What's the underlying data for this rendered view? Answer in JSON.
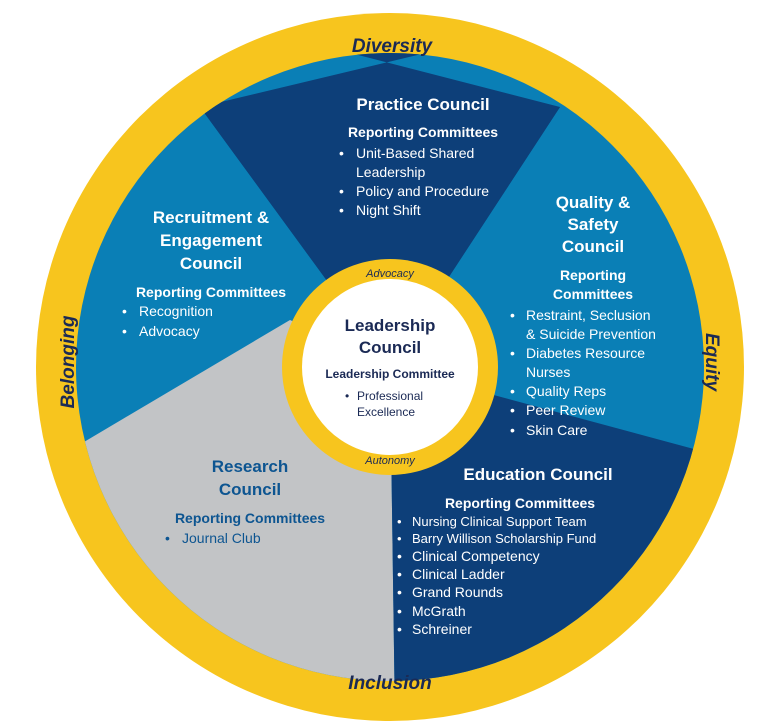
{
  "colors": {
    "ring_gold": "#f7c51e",
    "navy": "#0d3f79",
    "mid_blue": "#0a7fb6",
    "gray": "#c2c4c6",
    "text_dark": "#1b2a55",
    "text_light": "#ffffff"
  },
  "ring_words": {
    "top": "Diversity",
    "bottom": "Inclusion",
    "left": "Belonging",
    "right": "Equity"
  },
  "inner_ring": {
    "top": "Advocacy",
    "bottom": "Autonomy"
  },
  "center": {
    "title_line1": "Leadership",
    "title_line2": "Council",
    "subtitle": "Leadership Committee",
    "bullet": "•",
    "item_line1": "Professional",
    "item_line2": "Excellence"
  },
  "practice": {
    "title": "Practice Council",
    "subtitle": "Reporting Committees",
    "items": [
      "Unit-Based Shared",
      "Leadership",
      "Policy and Procedure",
      "Night Shift"
    ]
  },
  "quality": {
    "title_line1": "Quality &",
    "title_line2": "Safety",
    "title_line3": "Council",
    "subtitle_line1": "Reporting",
    "subtitle_line2": "Committees",
    "items": [
      "Restraint, Seclusion",
      "& Suicide Prevention",
      "Diabetes Resource",
      "Nurses",
      "Quality Reps",
      "Peer Review",
      "Skin Care"
    ]
  },
  "recruitment": {
    "title_line1": "Recruitment &",
    "title_line2": "Engagement",
    "title_line3": "Council",
    "subtitle": "Reporting Committees",
    "items": [
      "Recognition",
      "Advocacy"
    ]
  },
  "research": {
    "title_line1": "Research",
    "title_line2": "Council",
    "subtitle": "Reporting Committees",
    "items": [
      "Journal Club"
    ]
  },
  "education": {
    "title": "Education Council",
    "subtitle": "Reporting Committees",
    "items": [
      "Nursing Clinical Support Team",
      "Barry Willison Scholarship Fund",
      "Clinical Competency",
      "Clinical Ladder",
      "Grand Rounds",
      "McGrath",
      "Schreiner"
    ]
  }
}
